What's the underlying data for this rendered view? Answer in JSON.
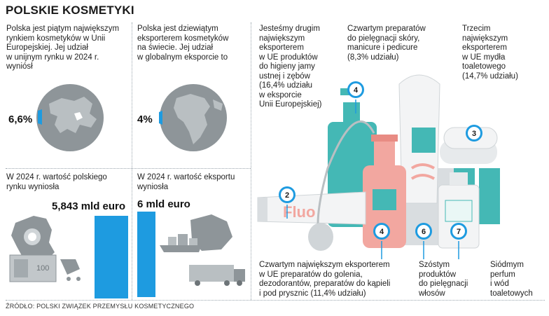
{
  "title": "POLSKIE KOSMETYKI",
  "source": "ŹRÓDŁO: POLSKI ZWIĄZEK PRZEMYSŁU KOSMETYCZNEGO",
  "colors": {
    "accent": "#1e9be0",
    "globe": "#8e9599",
    "teal": "#44b8b5",
    "pink": "#f2a7a0",
    "gray_box": "#d9dde0"
  },
  "panels": {
    "eu_market": {
      "text": "Polska jest piątym największym\nrynkiem kosmetyków w Unii\nEuropejskiej. Jej udział\nw unijnym rynku w 2024 r.\nwyniósł",
      "value": "6,6%",
      "share": 0.066
    },
    "global_export": {
      "text": "Polska jest dziewiątym\neksporterem kosmetyków\nna świecie. Jej udział\nw globalnym eksporcie to",
      "value": "4%",
      "share": 0.04
    },
    "market_value": {
      "text": "W 2024 r. wartość polskiego\nrynku wyniosła",
      "value": "5,843 mld euro"
    },
    "export_value": {
      "text": "W 2024 r. wartość eksportu\nwyniosła",
      "value": "6 mld euro"
    }
  },
  "ranks": [
    {
      "badge": "2",
      "text": "Jesteśmy drugim\nnajwiększym\neksporterem\nw UE produktów\ndo higieny jamy\nustnej i zębów\n(16,4% udziału\nw eksporcie\nUnii Europejskiej)"
    },
    {
      "badge": "4",
      "text": "Czwartym preparatów\ndo pielęgnacji skóry,\nmanicure i pedicure\n(8,3% udziału)"
    },
    {
      "badge": "3",
      "text": "Trzecim\nnajwiększym\neksporterem\nw UE mydła\ntoaletowego\n(14,7% udziału)"
    },
    {
      "badge": "4",
      "text": "Czwartym największym eksporterem\nw UE preparatów do golenia,\ndezodorantów, preparatów do kąpieli\ni pod prysznic (11,4% udziału)"
    },
    {
      "badge": "6",
      "text": "Szóstym\nproduktów\ndo pielęgnacji\nwłosów"
    },
    {
      "badge": "7",
      "text": "Siódmym\nperfum\ni wód\ntoaletowych"
    }
  ],
  "illustration": {
    "tube_text": "Fluo",
    "banknote_text": "100"
  }
}
